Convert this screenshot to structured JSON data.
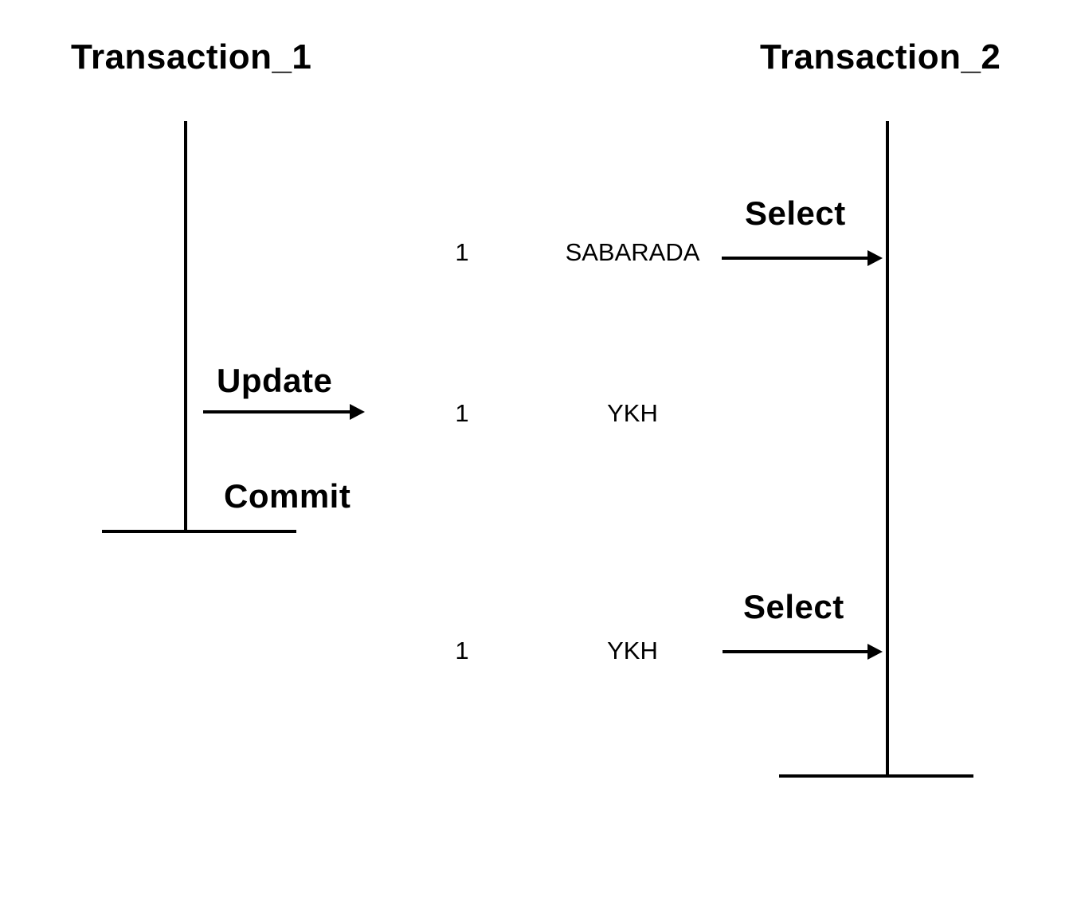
{
  "diagram": {
    "type": "transaction-sequence-diagram",
    "colors": {
      "foreground": "#000000",
      "background": "#ffffff"
    },
    "lifelines": [
      {
        "title": "Transaction_1"
      },
      {
        "title": "Transaction_2"
      }
    ],
    "events": [
      {
        "label": "Select",
        "lifeline": "Transaction_2",
        "row_id": "1",
        "row_value": "SABARADA"
      },
      {
        "label": "Update",
        "lifeline": "Transaction_1",
        "row_id": "1",
        "row_value": "YKH"
      },
      {
        "label": "Commit",
        "lifeline": "Transaction_1"
      },
      {
        "label": "Select",
        "lifeline": "Transaction_2",
        "row_id": "1",
        "row_value": "YKH"
      }
    ]
  }
}
